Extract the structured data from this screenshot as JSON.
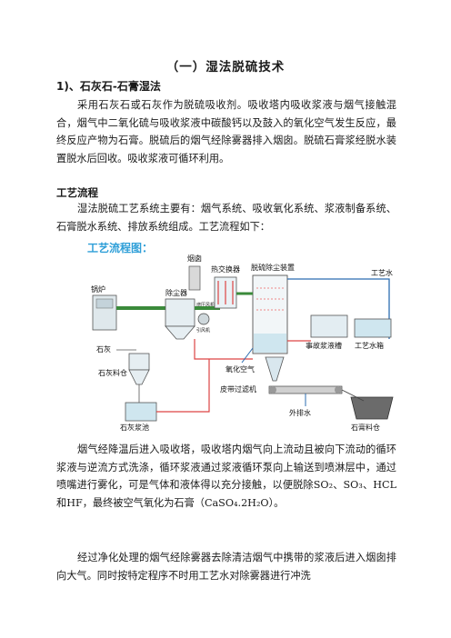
{
  "doc": {
    "title": "（一）湿法脱硫技术",
    "section_heading": "1)、石灰石-石膏湿法",
    "paragraph1": "采用石灰石或石灰作为脱硫吸收剂。吸收塔内吸收浆液与烟气接触混合，烟气中二氧化硫与吸收浆液中碳酸钙以及鼓入的氧化空气发生反应，最终反应产物为石膏。脱硫后的烟气经除雾器排入烟囱。脱硫石膏浆经脱水装置脱水后回收。吸收浆液可循环利用。",
    "process_heading": "工艺流程",
    "paragraph2": "湿法脱硫工艺系统主要有：烟气系统、吸收氧化系统、浆液制备系统、石膏脱水系统、排放系统组成。工艺流程如下：",
    "paragraph3": "烟气经降温后进入吸收塔，吸收塔内烟气向上流动且被向下流动的循环浆液与逆流方式洗涤，循环浆液通过浆液循环泵向上输送到喷淋层中，通过喷嘴进行雾化，可是气体和液体得以充分接触，以便脱除SO₂、SO₃、HCL和HF，最终被空气氧化为石膏（CaSO₄.2H₂O）。",
    "paragraph4": "经过净化处理的烟气经除雾器去除清洁烟气中携带的浆液后进入烟囱排向大气。同时按特定程序不时用工艺水对除雾器进行冲洗"
  },
  "diagram": {
    "title": "工艺流程图：",
    "labels": {
      "chimney": "烟囱",
      "heat_exchanger": "热交换器",
      "absorber": "脱硫除尘装置",
      "process_water": "工艺水",
      "boiler": "锅炉",
      "dust_collector": "除尘器",
      "fan_small": "引风机",
      "accident_tank": "事故浆液槽",
      "water_tank": "工艺水箱",
      "lime": "石灰",
      "oxidation_air": "氧化空气",
      "lime_silo": "石灰料仓",
      "belt_filter": "皮带过滤机",
      "drain": "外排水",
      "lime_slurry": "石灰浆池",
      "gypsum_silo": "石膏料仓",
      "small_tag": "增压风机"
    }
  }
}
